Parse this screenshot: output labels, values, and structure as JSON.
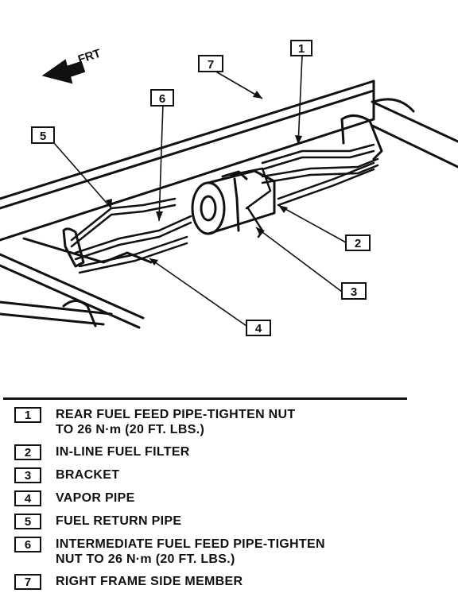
{
  "direction_label": "FRT",
  "callouts": [
    "1",
    "2",
    "3",
    "4",
    "5",
    "6",
    "7"
  ],
  "legend": [
    {
      "num": "1",
      "text": "REAR FUEL FEED PIPE-TIGHTEN NUT\nTO 26 N·m (20 FT. LBS.)"
    },
    {
      "num": "2",
      "text": "IN-LINE FUEL FILTER"
    },
    {
      "num": "3",
      "text": "BRACKET"
    },
    {
      "num": "4",
      "text": "VAPOR PIPE"
    },
    {
      "num": "5",
      "text": "FUEL RETURN PIPE"
    },
    {
      "num": "6",
      "text": "INTERMEDIATE FUEL FEED PIPE-TIGHTEN\nNUT TO 26 N·m (20 FT. LBS.)"
    },
    {
      "num": "7",
      "text": "RIGHT FRAME SIDE MEMBER"
    }
  ]
}
